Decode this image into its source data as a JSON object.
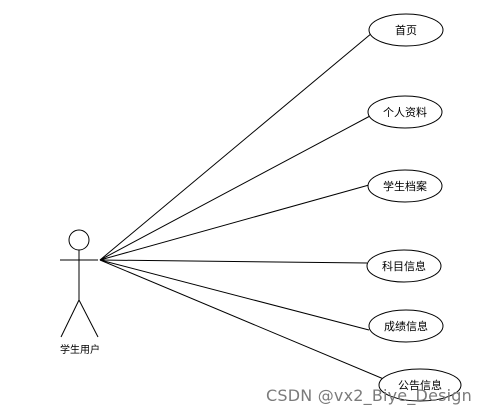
{
  "actor": {
    "label": "学生用户"
  },
  "use_cases": [
    {
      "label": "首页"
    },
    {
      "label": "个人资料"
    },
    {
      "label": "学生档案"
    },
    {
      "label": "科目信息"
    },
    {
      "label": "成绩信息"
    },
    {
      "label": "公告信息"
    }
  ],
  "watermark": "CSDN @vx2_Biye_Design",
  "colors": {
    "stroke": "#000000",
    "background": "#ffffff",
    "watermark": "#7b7b7b"
  }
}
